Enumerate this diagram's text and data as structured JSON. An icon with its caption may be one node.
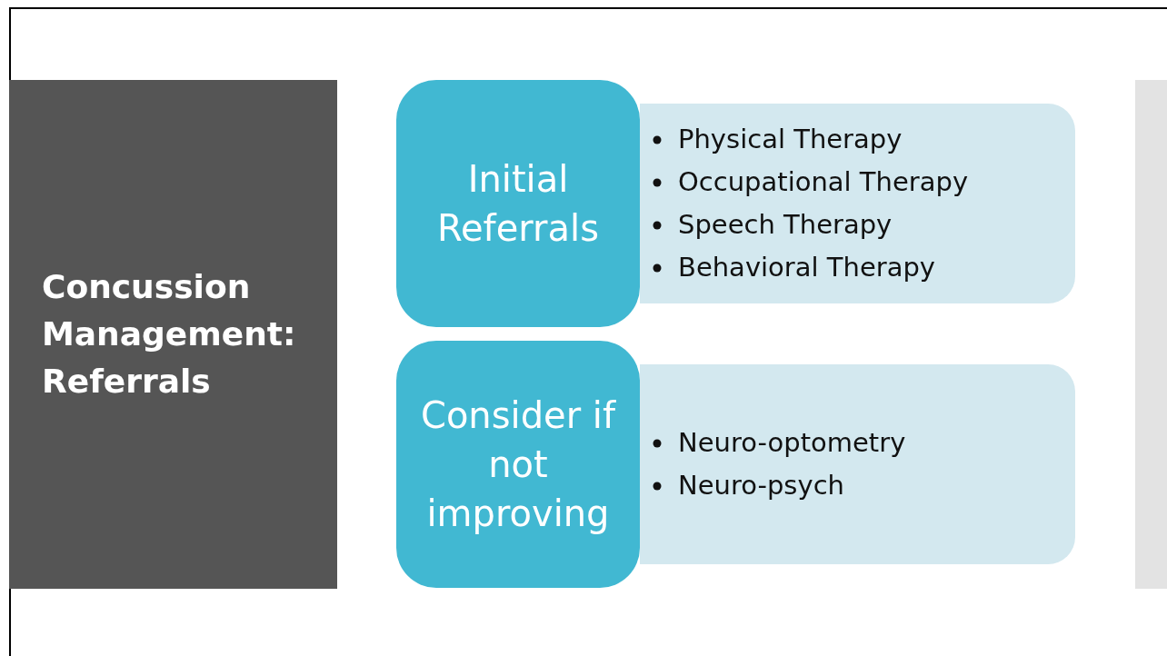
{
  "diagram": {
    "nodes": [
      {
        "text": [
          "Concussion Management: Referrals"
        ]
      },
      {
        "text": [
          "Initial Referrals"
        ]
      },
      {
        "text": [
          "Physical Therapy",
          "Occupational Therapy",
          "Speech Therapy",
          "Behavioral Therapy"
        ]
      },
      {
        "text": [
          "Consider if not improving"
        ]
      },
      {
        "text": [
          "Neuro-optometry",
          "Neuro-psych"
        ]
      }
    ],
    "edges": []
  }
}
